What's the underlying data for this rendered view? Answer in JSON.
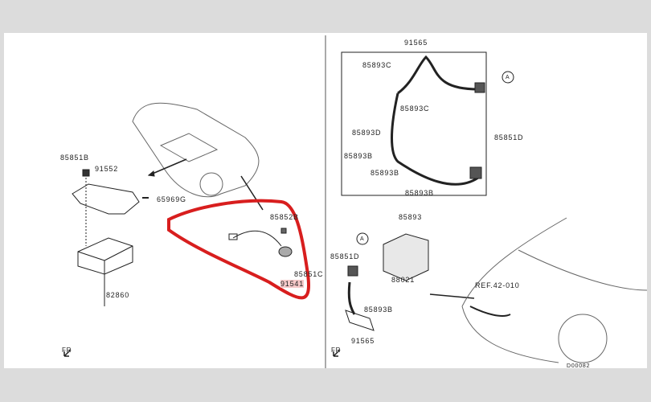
{
  "left_panel": {
    "labels": {
      "p85851B": "85851B",
      "p91552": "91552",
      "p65969G": "65969G",
      "p82860": "82860",
      "p85852B": "85852B",
      "p85851C": "85851C",
      "p91541": "91541"
    },
    "fr": "FR"
  },
  "right_top": {
    "labels": {
      "p91565": "91565",
      "c1": "85893C",
      "c2": "85893C",
      "d": "85893D",
      "b1": "85893B",
      "b2": "85893B",
      "b3": "85893B",
      "p85851D": "85851D",
      "a": "A"
    }
  },
  "right_bottom": {
    "labels": {
      "p85893": "85893",
      "a": "A",
      "p85851D": "85851D",
      "p88021": "88021",
      "p85893B": "85893B",
      "p91565": "91565",
      "ref": "REF.42-010",
      "code": "D00082"
    },
    "fr": "FR"
  },
  "colors": {
    "highlight": "#d81e1e",
    "line": "#222222",
    "frame": "#dcdcdc"
  }
}
